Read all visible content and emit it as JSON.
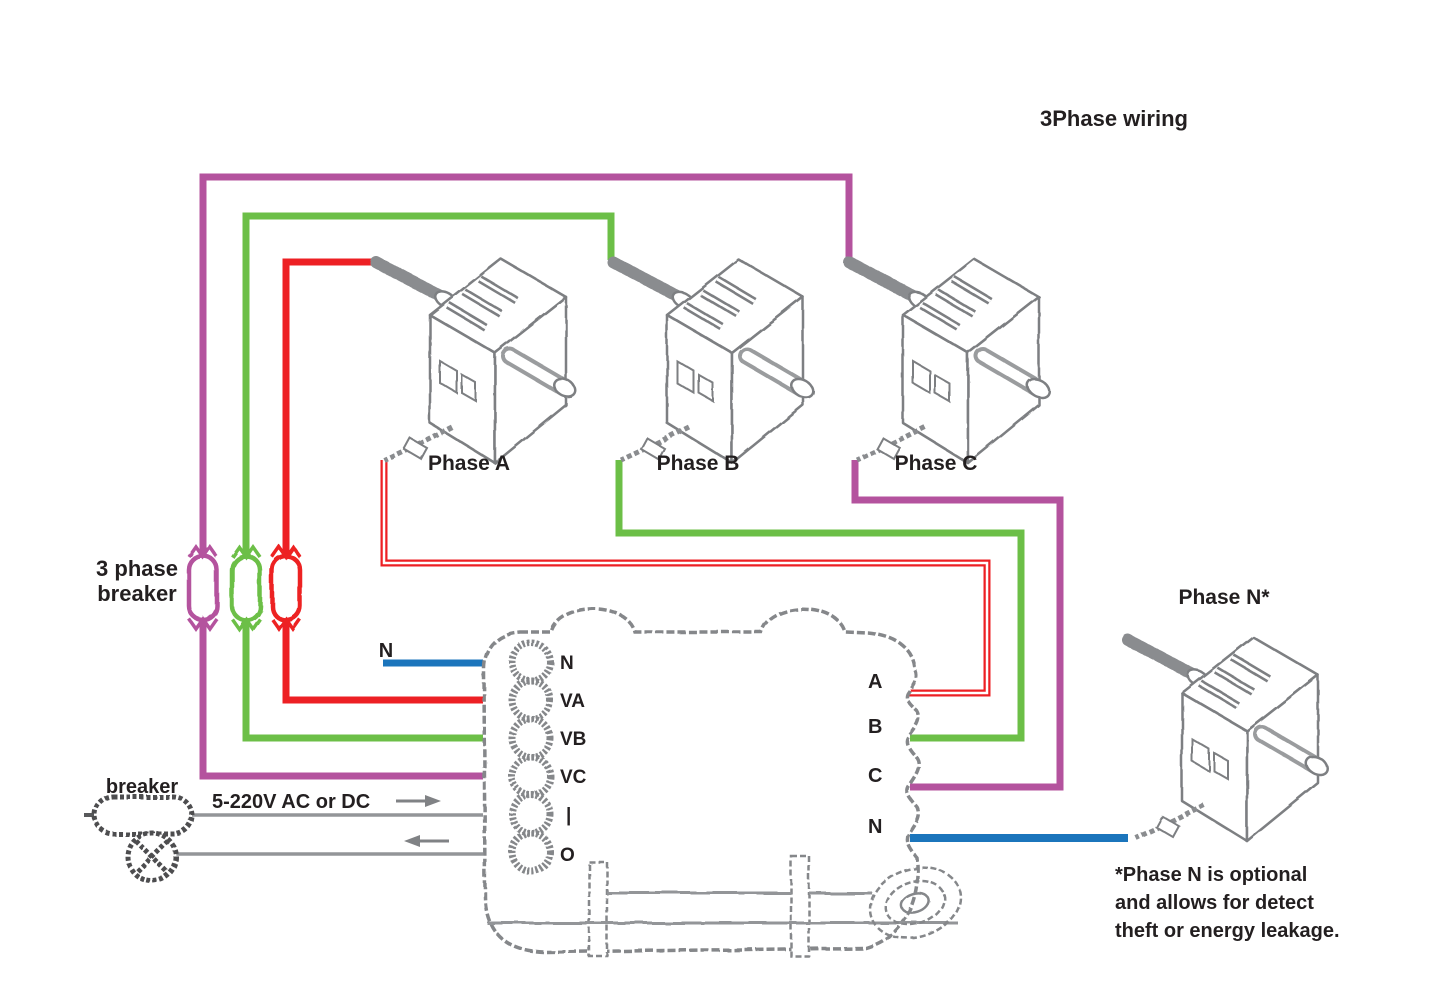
{
  "title": "3Phase wiring",
  "labels": {
    "breaker3_line1": "3 phase",
    "breaker3_line2": "breaker",
    "breaker_small": "breaker",
    "supply_voltage": "5-220V AC or DC",
    "neutral_in": "N"
  },
  "colors": {
    "phase_a": "#ed2024",
    "phase_b": "#6cbf47",
    "phase_c": "#b4539e",
    "neutral": "#1b75bc",
    "sketch_gray": "#85878a",
    "wire_gray": "#939598",
    "dark_gray": "#4d4d4f",
    "text_black": "#231f20"
  },
  "icons": {
    "current_transformer": "isometric-split-core-ct",
    "breaker_fuse": "stadium-outline",
    "lamp": "circle-with-x",
    "flow_arrows": "right-and-left-arrows"
  },
  "transformers": [
    {
      "label": "Phase A"
    },
    {
      "label": "Phase B"
    },
    {
      "label": "Phase C"
    },
    {
      "label": "Phase N*"
    }
  ],
  "meter": {
    "left_terminals": [
      "N",
      "VA",
      "VB",
      "VC",
      "|",
      "O"
    ],
    "right_terminals": [
      "A",
      "B",
      "C",
      "N"
    ]
  },
  "footnote_lines": [
    "*Phase N is optional",
    "and allows for detect",
    "theft or energy leakage."
  ]
}
